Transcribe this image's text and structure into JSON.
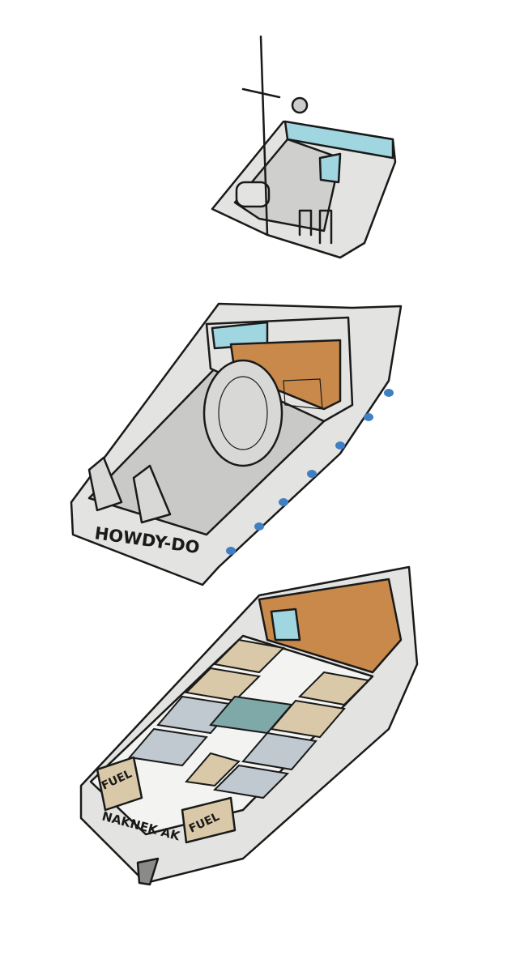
{
  "illustration": {
    "boats": [
      {
        "part": "wheelhouse-section"
      },
      {
        "part": "deck-with-net-reel",
        "hull_name": "HOWDY-DO"
      },
      {
        "part": "hull-with-holds",
        "hull_name": "NAKNEK AK",
        "tank_labels": [
          "FUEL",
          "FUEL"
        ]
      }
    ]
  },
  "colors": {
    "hull": "#e3e3e1",
    "window": "#9fd6e0",
    "wood": "#c8894a",
    "ink": "#1a1a1a",
    "fish_hold": "#d9c9a8",
    "float": "#3f7fc4"
  }
}
